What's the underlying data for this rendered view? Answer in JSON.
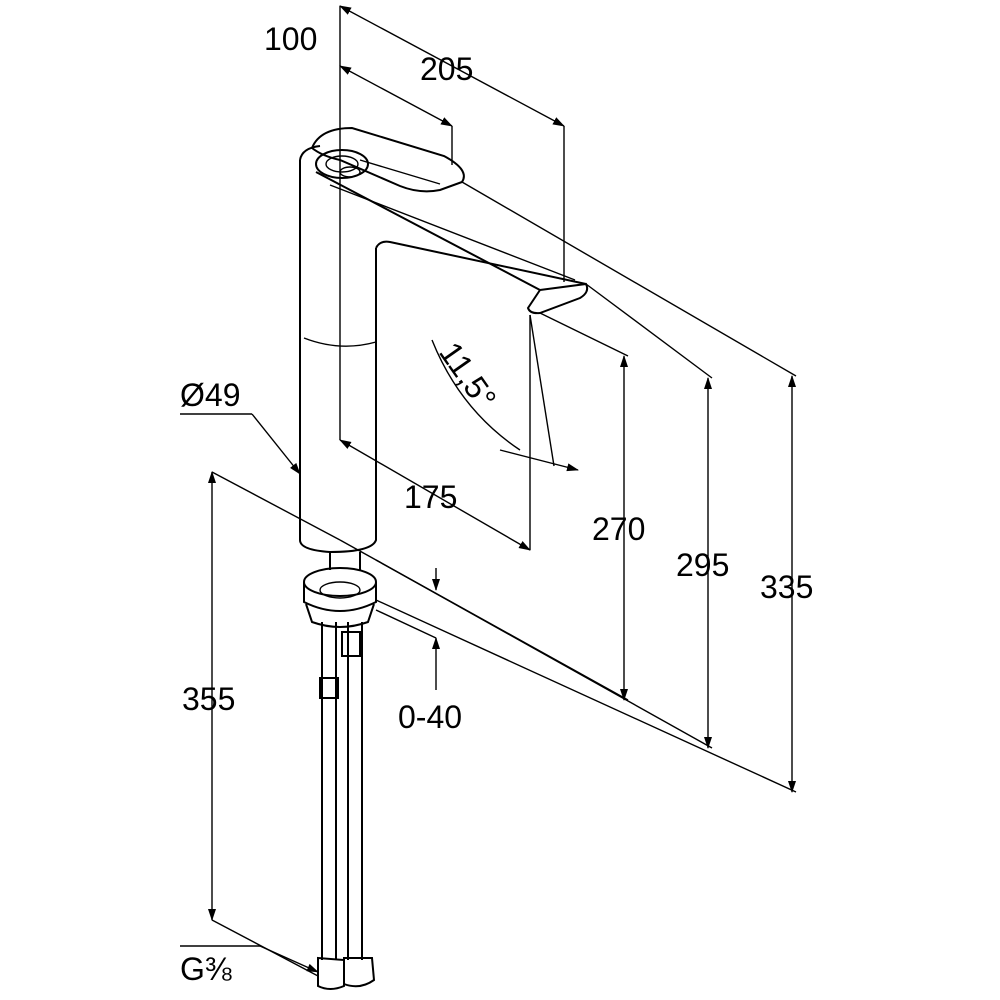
{
  "dimensions": {
    "spout_reach_short": "100",
    "spout_reach_long": "205",
    "spout_offset": "175",
    "angle": "11,5°",
    "body_diameter": "Ø49",
    "spout_height": "270",
    "lever_height": "295",
    "total_height": "335",
    "hose_length": "355",
    "counter_thickness": "0-40",
    "thread": "G⅜"
  },
  "colors": {
    "stroke": "#000000",
    "background": "#ffffff"
  }
}
